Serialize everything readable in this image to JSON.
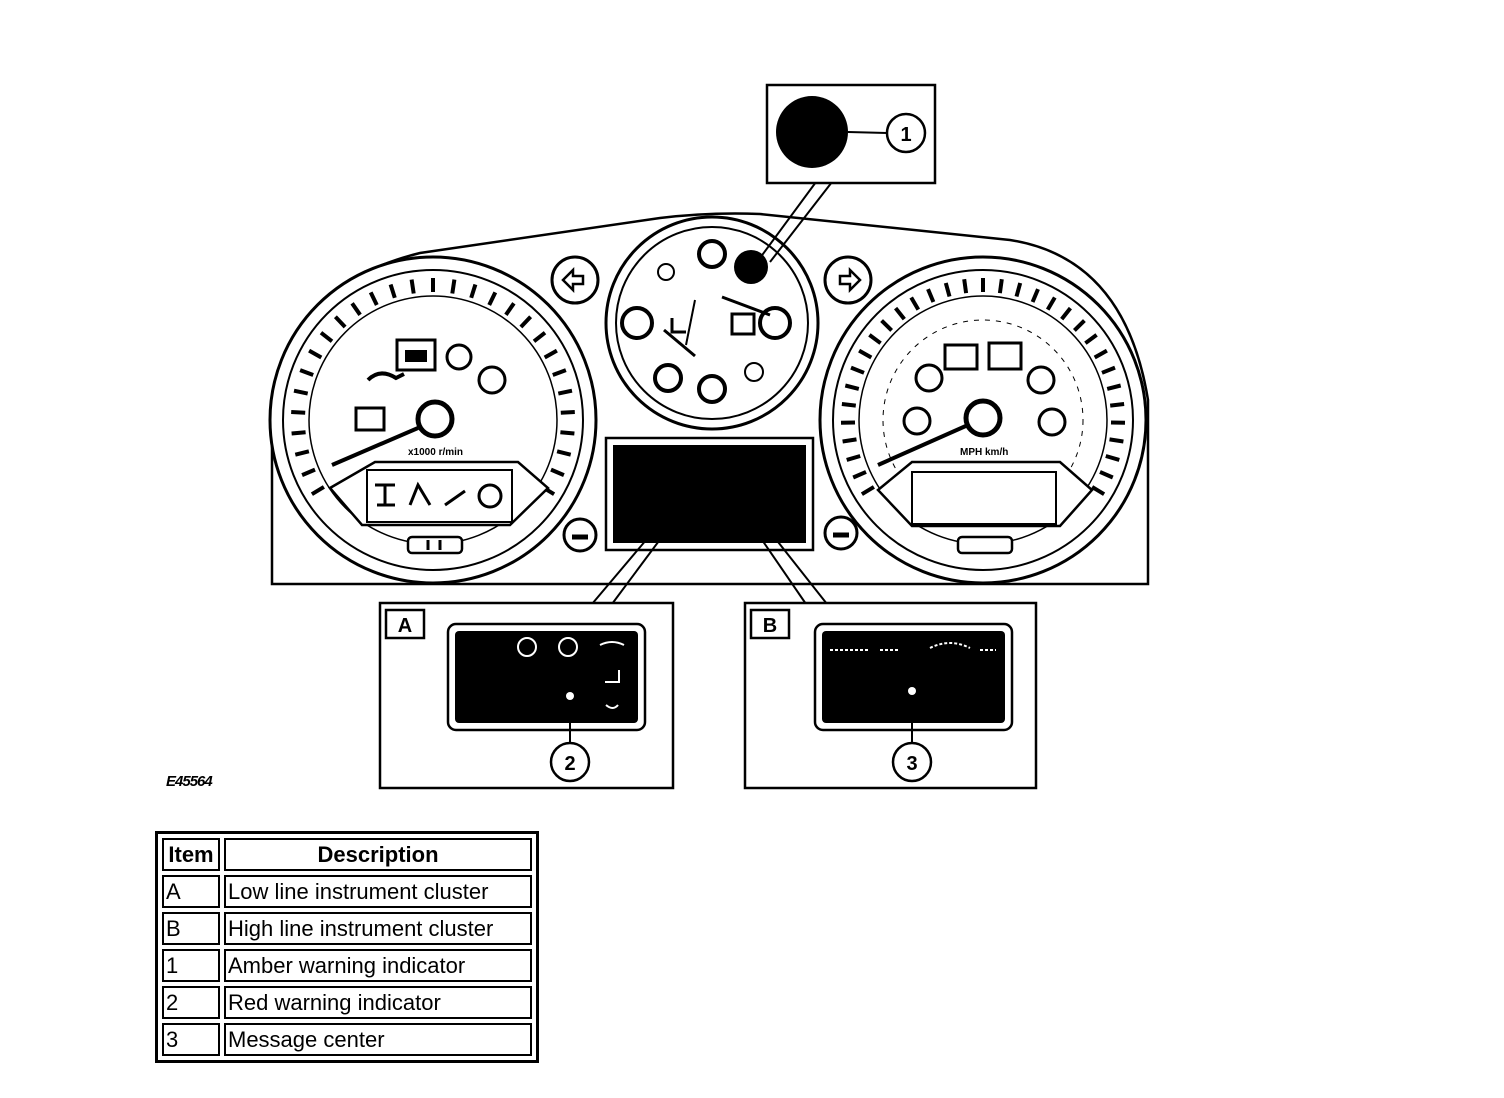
{
  "figure_id": "E45564",
  "callouts": {
    "one": "1",
    "two": "2",
    "three": "3"
  },
  "insets": {
    "a_label": "A",
    "b_label": "B"
  },
  "legend": {
    "header_item": "Item",
    "header_description": "Description",
    "rows": [
      {
        "item": "A",
        "description": "Low line instrument cluster"
      },
      {
        "item": "B",
        "description": "High line instrument cluster"
      },
      {
        "item": "1",
        "description": "Amber warning indicator"
      },
      {
        "item": "2",
        "description": "Red warning indicator"
      },
      {
        "item": "3",
        "description": "Message center"
      }
    ]
  }
}
